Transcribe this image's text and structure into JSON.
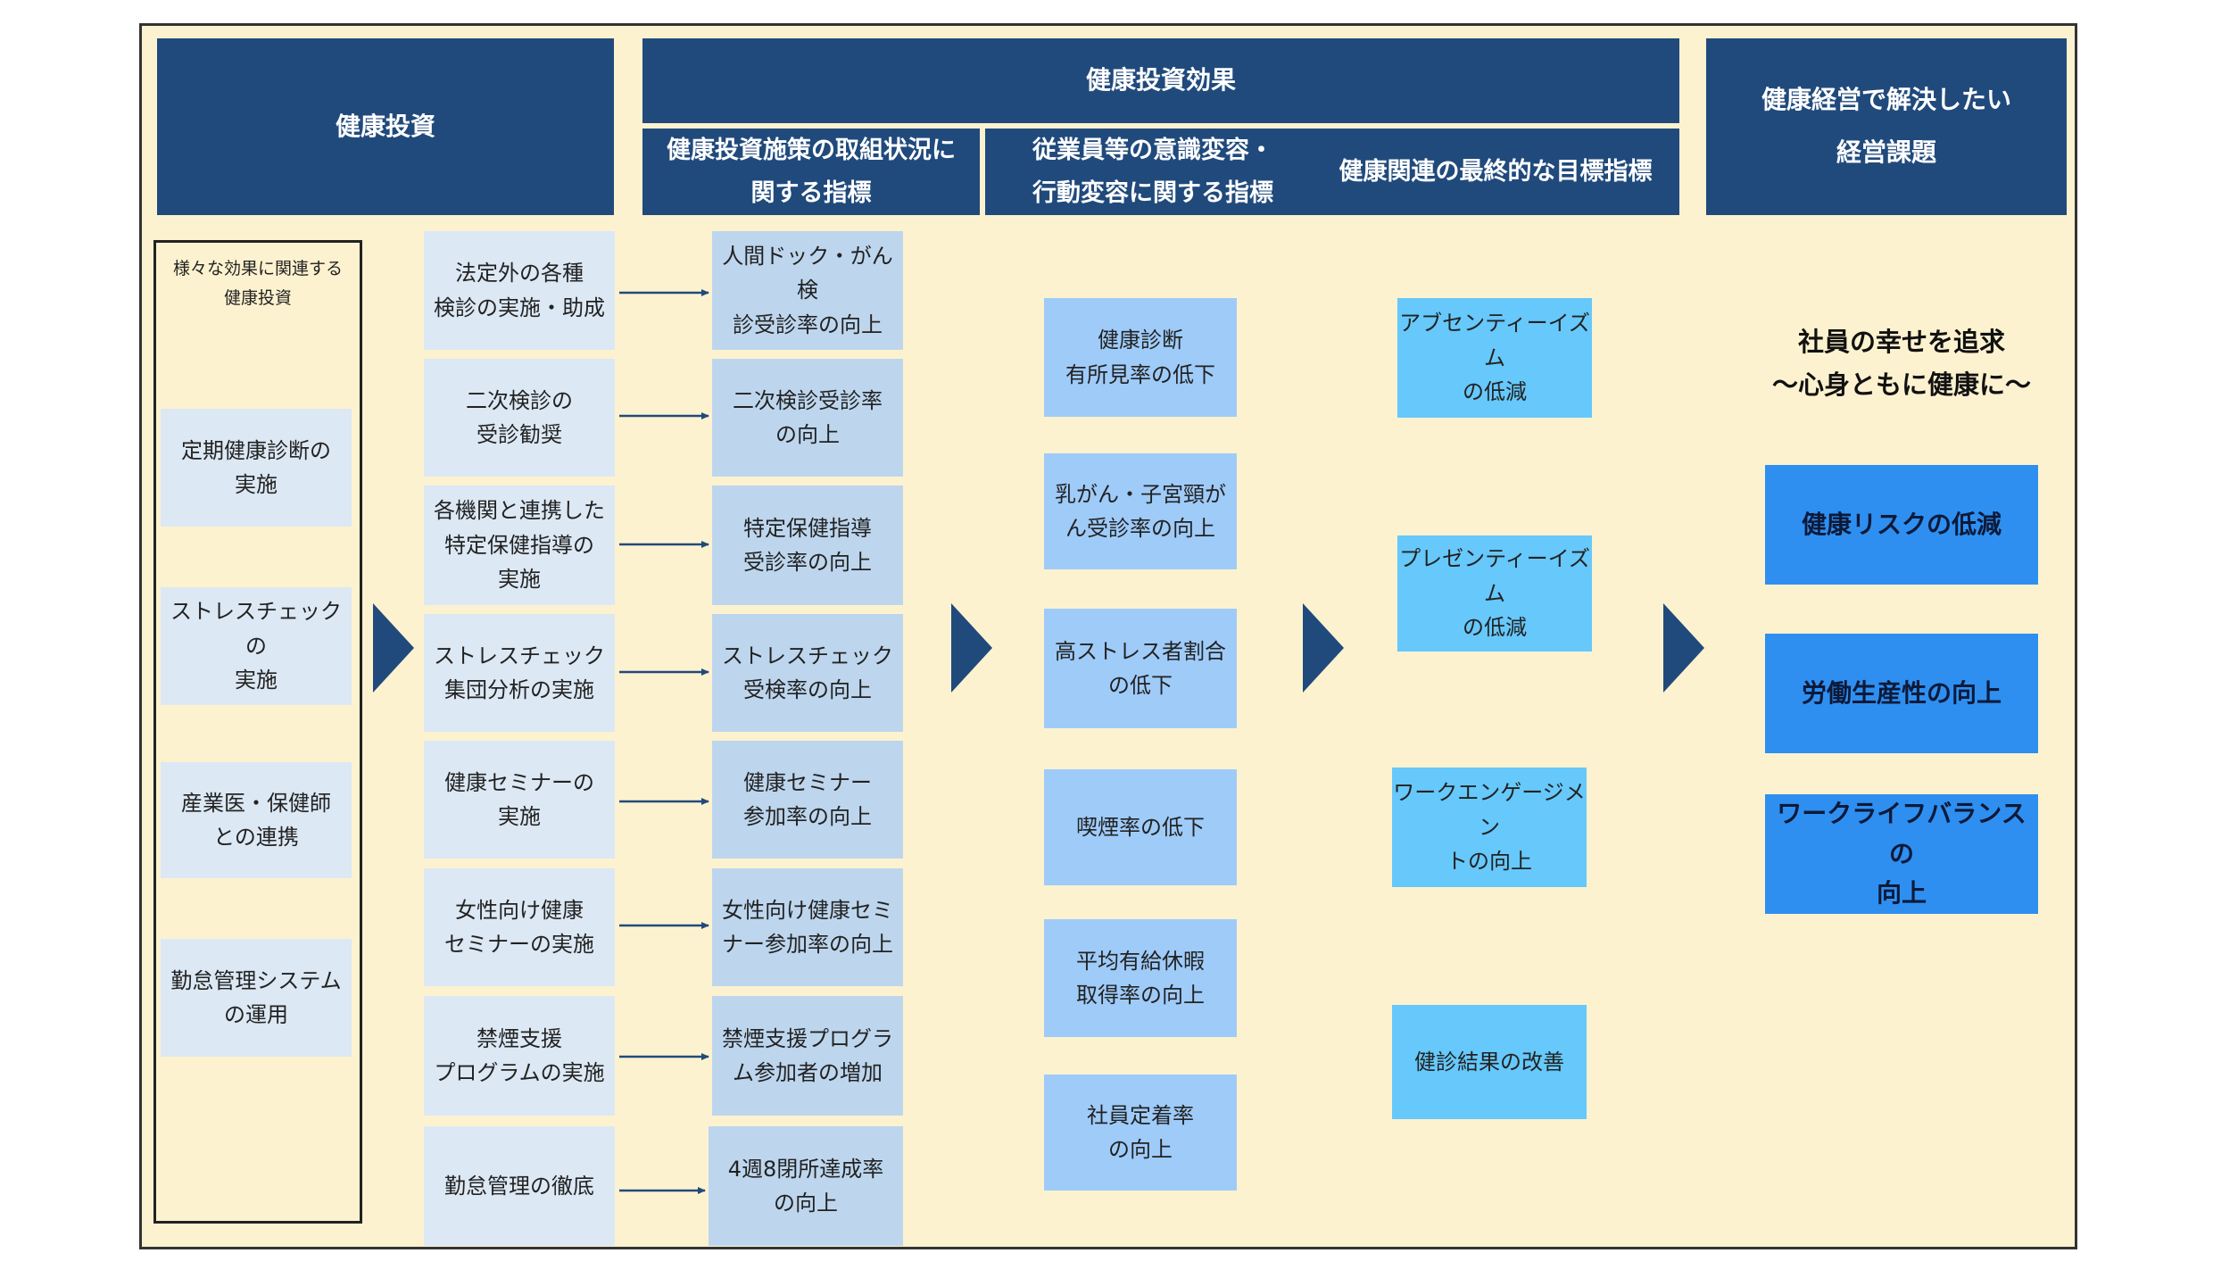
{
  "headers": {
    "investment": "健康投資",
    "effect": "健康投資効果",
    "effect_sub1": "健康投資施策の取組状況に\n関する指標",
    "effect_sub2": "従業員等の意識変容・\n行動変容に関する指標",
    "effect_sub3": "健康関連の最終的な目標指標",
    "issues": "健康経営で解決したい\n経営課題"
  },
  "general_investment": {
    "title": "様々な効果に関連する\n健康投資",
    "items": [
      "定期健康診断の\n実施",
      "ストレスチェックの\n実施",
      "産業医・保健師\nとの連携",
      "勤怠管理システム\nの運用"
    ]
  },
  "measures": [
    "法定外の各種\n検診の実施・助成",
    "二次検診の\n受診勧奨",
    "各機関と連携した\n特定保健指導の\n実施",
    "ストレスチェック\n集団分析の実施",
    "健康セミナーの\n実施",
    "女性向け健康\nセミナーの実施",
    "禁煙支援\nプログラムの実施",
    "勤怠管理の徹底"
  ],
  "measure_indicators": [
    "人間ドック・がん検\n診受診率の向上",
    "二次検診受診率\nの向上",
    "特定保健指導\n受診率の向上",
    "ストレスチェック\n受検率の向上",
    "健康セミナー\n参加率の向上",
    "女性向け健康セミ\nナー参加率の向上",
    "禁煙支援プログラ\nム参加者の増加",
    "4週8閉所達成率\nの向上"
  ],
  "behavior_indicators": [
    "健康診断\n有所見率の低下",
    "乳がん・子宮頸が\nん受診率の向上",
    "高ストレス者割合\nの低下",
    "喫煙率の低下",
    "平均有給休暇\n取得率の向上",
    "社員定着率\nの向上"
  ],
  "final_indicators": [
    "アブセンティーイズム\nの低減",
    "プレゼンティーイズム\nの低減",
    "ワークエンゲージメン\nトの向上",
    "健診結果の改善"
  ],
  "issues": {
    "message": "社員の幸せを追求\n～心身ともに健康に～",
    "goals": [
      "健康リスクの低減",
      "労働生産性の向上",
      "ワークライフバランスの\n向上"
    ]
  },
  "colors": {
    "header": "#204a7c",
    "background": "#fdf2cf",
    "pale_box": "#dce8f4",
    "indicator_box": "#bdd6ee",
    "behavior_box": "#9fcbf9",
    "final_box": "#66c8fb",
    "goal_box": "#2f8ff0"
  }
}
